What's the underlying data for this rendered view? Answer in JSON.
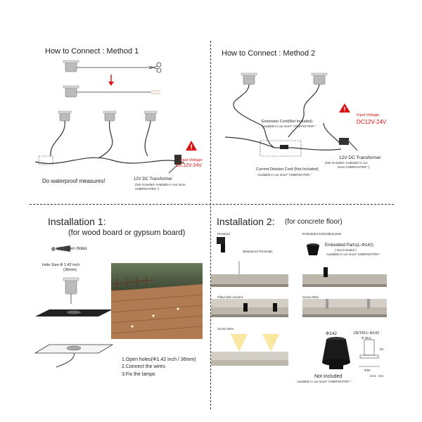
{
  "method1": {
    "title": "How to Connect : Method 1",
    "waterproof": "Do waterproof measures!",
    "input_voltage_label": "Input Voltage:",
    "input_voltage_value": "DC12V-24V",
    "transformer": "12V DC Transformer",
    "transformer_note": "(Not Included--Available in our store",
    "transformer_store": "CNBRIGHTER \")"
  },
  "method2": {
    "title": "How to Connect : Method 2",
    "extension_cord": "Extension Cord(Not Included)",
    "extension_note": "Available in our store\" CNBRIGHTER \"",
    "input_voltage_label": "Input Voltage:",
    "input_voltage_value": "DC12V-24V",
    "transformer": "12V DC Transformer",
    "transformer_note": "(Not Included--Available in our",
    "transformer_store": "store  CNBRIGHTER \")",
    "division_cord": "Current Division Cord (Not Included)",
    "division_note": "Available in our store\" CNBRIGHTER \""
  },
  "install1": {
    "title": "Installation 1:",
    "subtitle": "(for wood board or gypsum board)",
    "open_holes": "Open Holes",
    "hole_size": "Hole Size:Φ 1.42 inch",
    "hole_size_mm": "(36mm)",
    "steps": [
      "1.Open holes(Φ1.42 inch / 36mm)",
      "2.Connect the wires",
      "3.Fix the lamps"
    ]
  },
  "install2": {
    "title": "Installation 2:",
    "subtitle": "(for concrete floor)",
    "prewired": "Prewired",
    "waterproof_terminals": "Waterproof Terminals",
    "embedded_parts_label": "Embedded embedded parts",
    "embedded_parts": "Embedded Parts(L-Φ142)",
    "embedded_not_included": "( Not Included )",
    "embedded_store": "Available in our store\" CNBRIGHTER \"",
    "filled_cement": "Filled with cement",
    "screw_wire": "Screw Wire",
    "screw_wire_2": "Screw Wire",
    "phi142": "Φ142",
    "deym": "DEYM-L-Φ142",
    "not_included": "Not Included",
    "not_included_store": "Available in our store\" CNBRIGHTER \"",
    "unit": "Unit : mm",
    "dims": [
      "Φ 36.5",
      "60",
      "Φ50"
    ]
  },
  "colors": {
    "accent_red": "#dd1111",
    "divider": "#333333",
    "wire": "#333333"
  }
}
